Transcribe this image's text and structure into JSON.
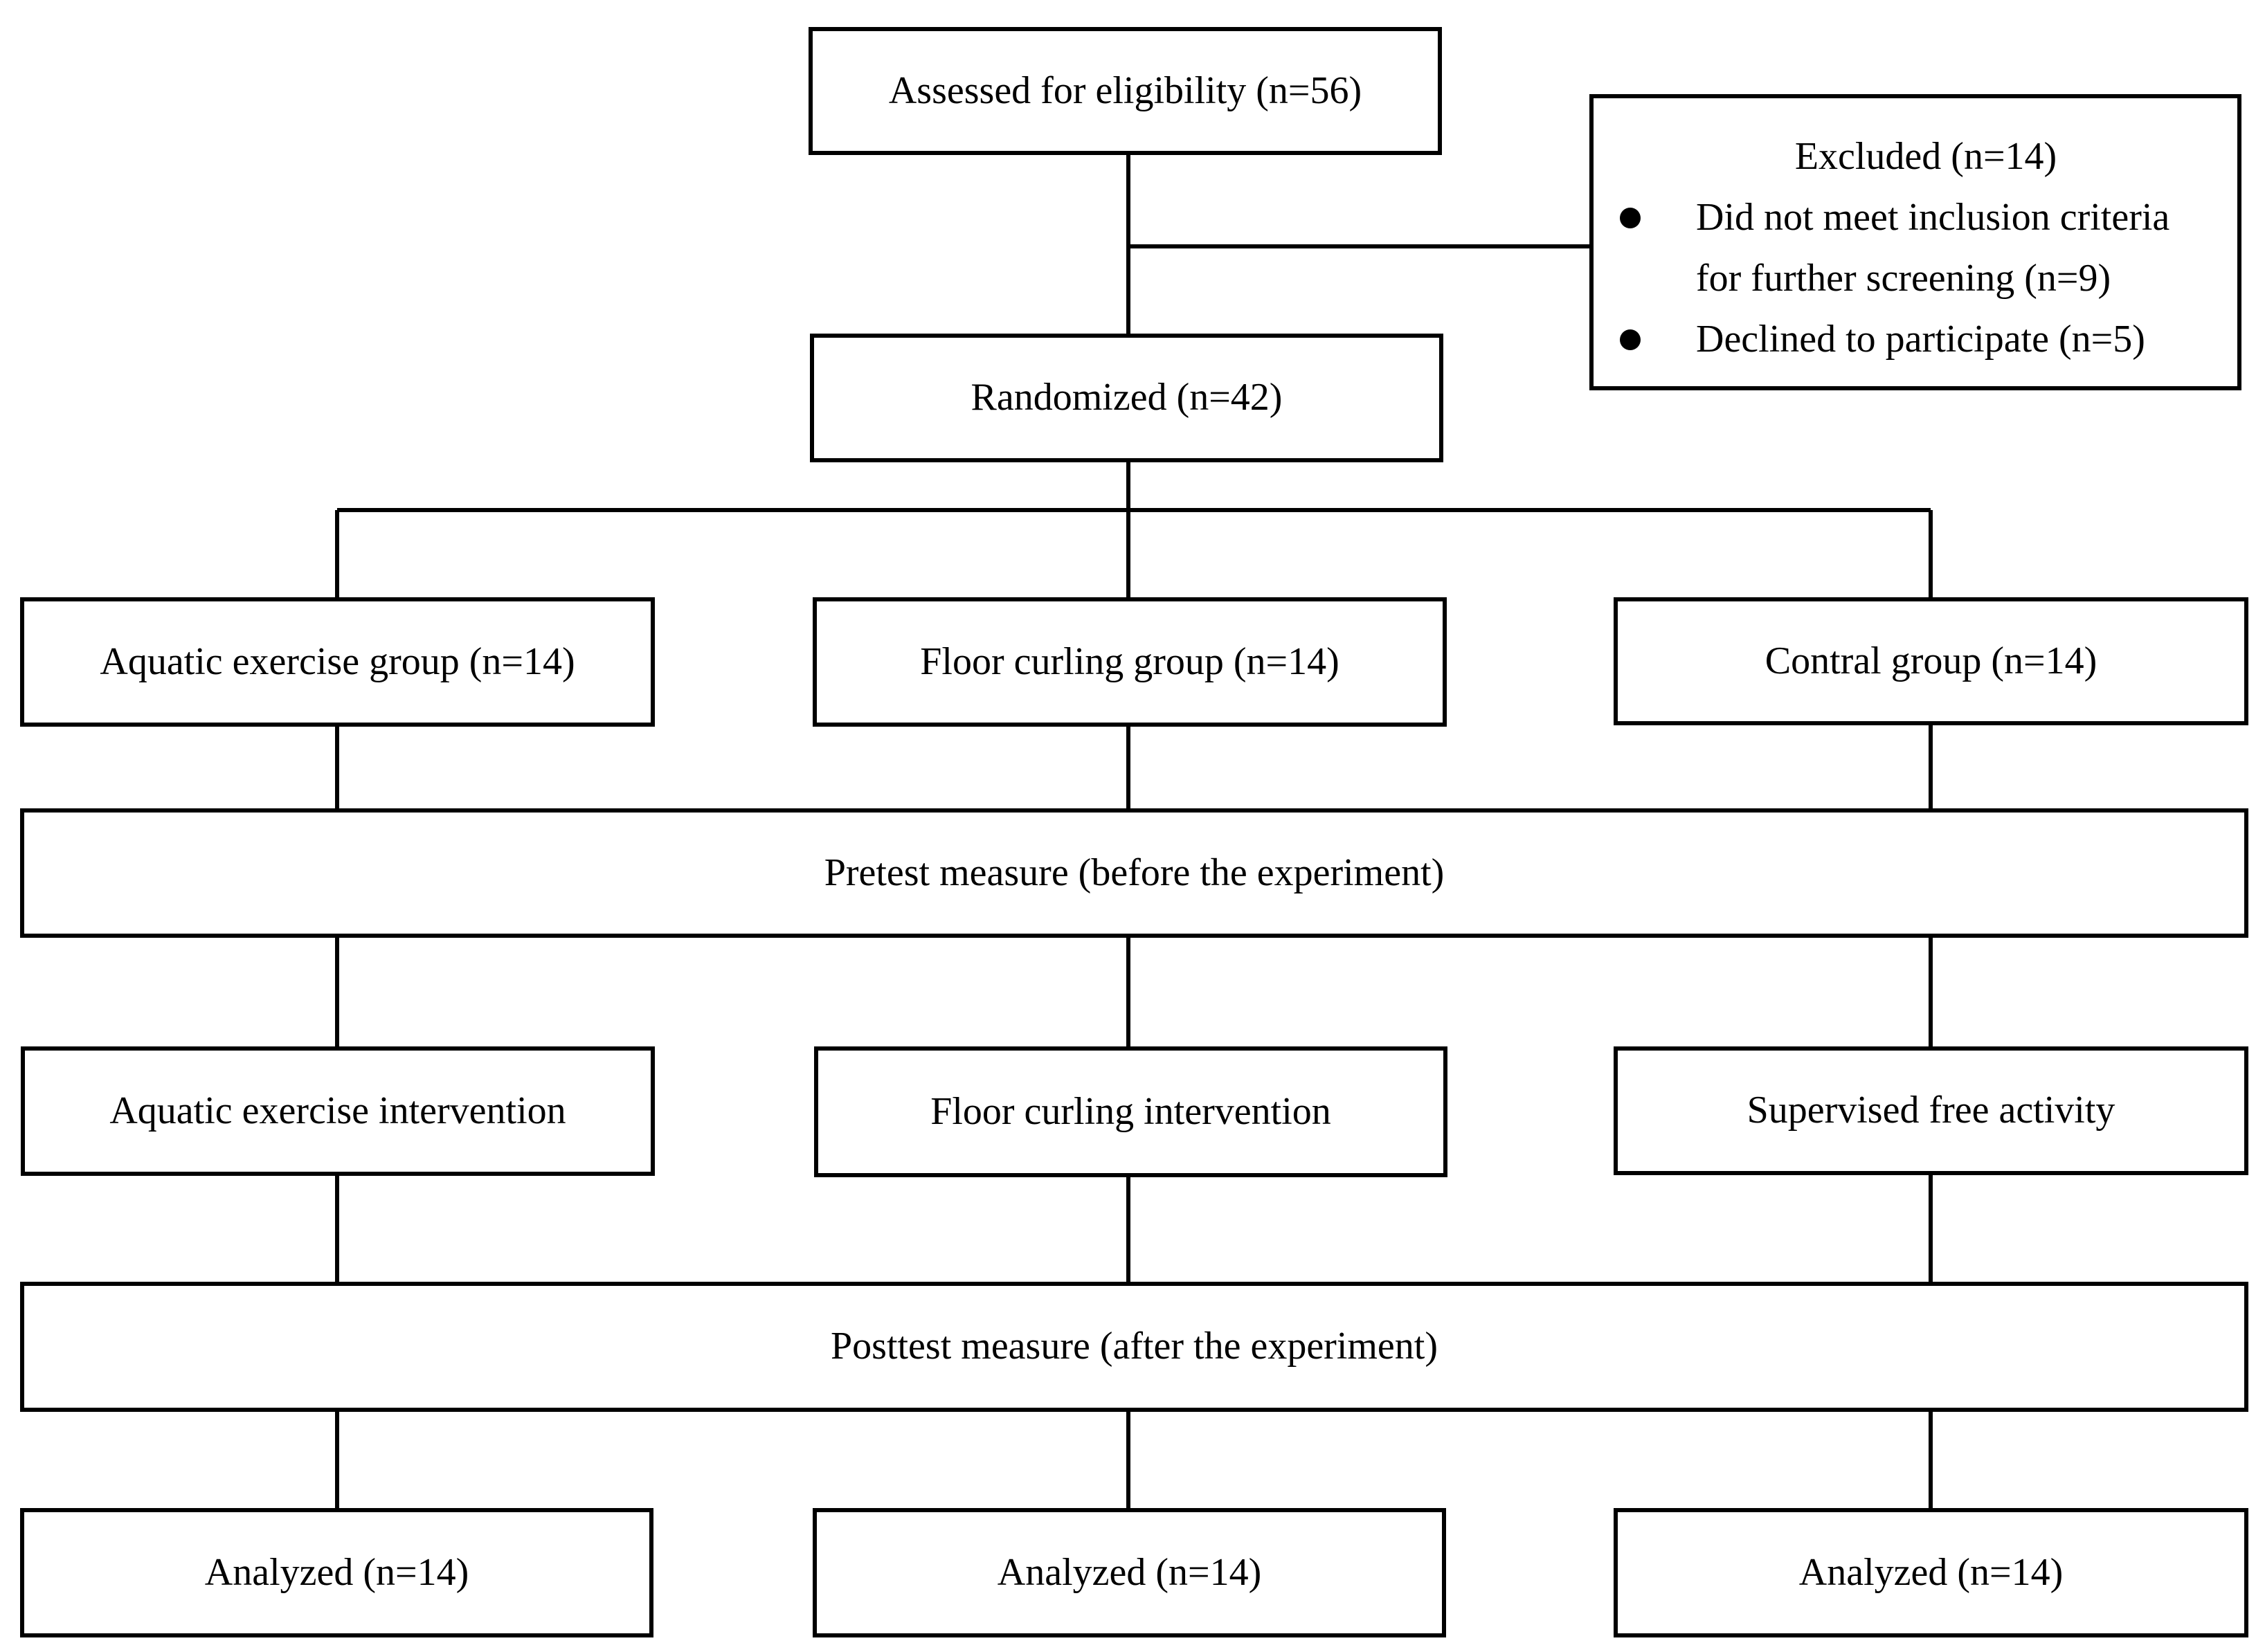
{
  "flowchart": {
    "assessed": "Assessed for eligibility (n=56)",
    "excluded": {
      "title": "Excluded (n=14)",
      "items": [
        {
          "line1": "Did not meet inclusion criteria",
          "line2": "for further screening (n=9)"
        },
        {
          "line1": "Declined to participate (n=5)"
        }
      ]
    },
    "randomized": "Randomized (n=42)",
    "groups": [
      "Aquatic exercise group (n=14)",
      "Floor curling group (n=14)",
      "Contral group (n=14)"
    ],
    "pretest": "Pretest measure (before the experiment)",
    "interventions": [
      "Aquatic exercise intervention",
      "Floor curling intervention",
      "Supervised free activity"
    ],
    "posttest": "Posttest measure (after the experiment)",
    "analyzed": [
      "Analyzed (n=14)",
      "Analyzed (n=14)",
      "Analyzed (n=14)"
    ]
  }
}
